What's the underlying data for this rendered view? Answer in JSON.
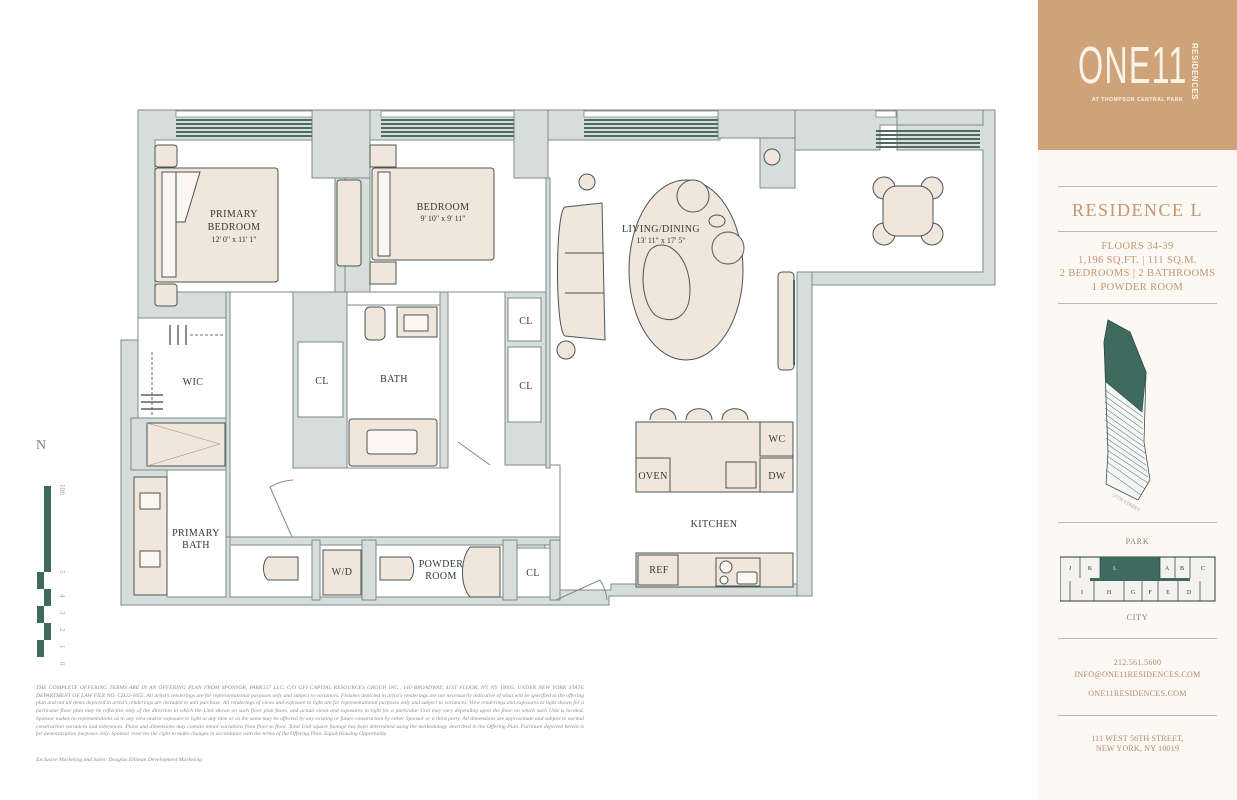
{
  "brand": {
    "name": "ONE11",
    "vertical_text": "RESIDENCES",
    "tagline": "AT THOMPSON CENTRAL PARK",
    "color": "#cfa379"
  },
  "residence": {
    "title": "RESIDENCE L",
    "floors": "FLOORS 34-39",
    "area": "1,196 SQ.FT. | 111 SQ.M.",
    "rooms": "2 BEDROOMS | 2 BATHROOMS",
    "powder": "1 POWDER ROOM"
  },
  "tower": {
    "street_label": "57TH STREET"
  },
  "keyplan": {
    "top_label": "PARK",
    "bottom_label": "CITY",
    "top_row": [
      "J",
      "K",
      "L",
      "",
      "A",
      "B",
      "C"
    ],
    "bottom_row": [
      "I",
      "H",
      "G",
      "F",
      "E",
      "D"
    ],
    "highlighted": "L",
    "highlight_color": "#3f6b5e"
  },
  "contact": {
    "phone": "212.561.5600",
    "email": "INFO@ONE11RESIDENCES.COM",
    "website": "ONE11RESIDENCES.COM"
  },
  "address": {
    "line1": "111 WEST 56TH STREET,",
    "line2": "NEW YORK, NY 10019"
  },
  "compass": {
    "label": "N"
  },
  "scale": {
    "ticks": [
      "0",
      "1",
      "2",
      "3",
      "4",
      "5",
      "10ft"
    ]
  },
  "rooms": {
    "primary_bedroom": {
      "name_line1": "PRIMARY",
      "name_line2": "BEDROOM",
      "dims": "12' 0\" x 11' 1\""
    },
    "bedroom": {
      "name": "BEDROOM",
      "dims": "9' 10\" x 9' 11\""
    },
    "living_dining": {
      "name": "LIVING/DINING",
      "dims": "13' 11\" x 17' 5\""
    },
    "wic": "WIC",
    "closet_bath_left": "CL",
    "bath": "BATH",
    "closet_right_upper": "CL",
    "closet_right_lower": "CL",
    "wc": "WC",
    "oven": "OVEN",
    "dw": "DW",
    "kitchen": "KITCHEN",
    "ref": "REF",
    "primary_bath_line1": "PRIMARY",
    "primary_bath_line2": "BATH",
    "wd": "W/D",
    "powder_line1": "POWDER",
    "powder_line2": "ROOM",
    "closet_entry": "CL"
  },
  "colors": {
    "wall": "#d6dedc",
    "wall_stroke": "#7d8a87",
    "furniture": "#f1e6dc",
    "window": "#4d6b62",
    "accent_text": "#c29670"
  },
  "disclaimer": "THE COMPLETE OFFERING TERMS ARE IN AN OFFERING PLAN FROM SPONSOR, PARK157 LLC, C/O GFI CAPITAL RESOURCES GROUP, INC., 140 BROADWAY, 41ST FLOOR, NY, NY 10005, UNDER NEW YORK STATE DEPARTMENT OF LAW FILE NO. CD22-0055. All artist's renderings are for representational purposes only and subject to variances. Finishes depicted in artist's renderings are not necessarily indicative of what will be specified in the offering plan and not all items depicted in artist's renderings are included in unit purchase. All renderings of views and exposure to light are for representational purposes only and subject to variances. View renderings and exposures to light shown for a particular floor plan may be reflective only of the direction in which the Unit shown on such floor plan faces, and actual views and exposures to light for a particular Unit may vary depending upon the floor on which such Unit is located. Sponsor makes no representations as to any view and/or exposure to light at any time or as the same may be affected by any existing or future construction by either Sponsor or a third party. All dimensions are approximate and subject to normal construction variances and tolerances. Plans and dimensions may contain minor variations from floor to floor. Total Unit square footage has been determined using the methodology described in the Offering Plan. Furniture depicted herein is for demonstration purposes only. Sponsor reserves the right to make changes in accordance with the terms of the Offering Plan. Equal Housing Opportunity.",
  "credits": "Exclusive Marketing and Sales: Douglas Elliman Development Marketing"
}
